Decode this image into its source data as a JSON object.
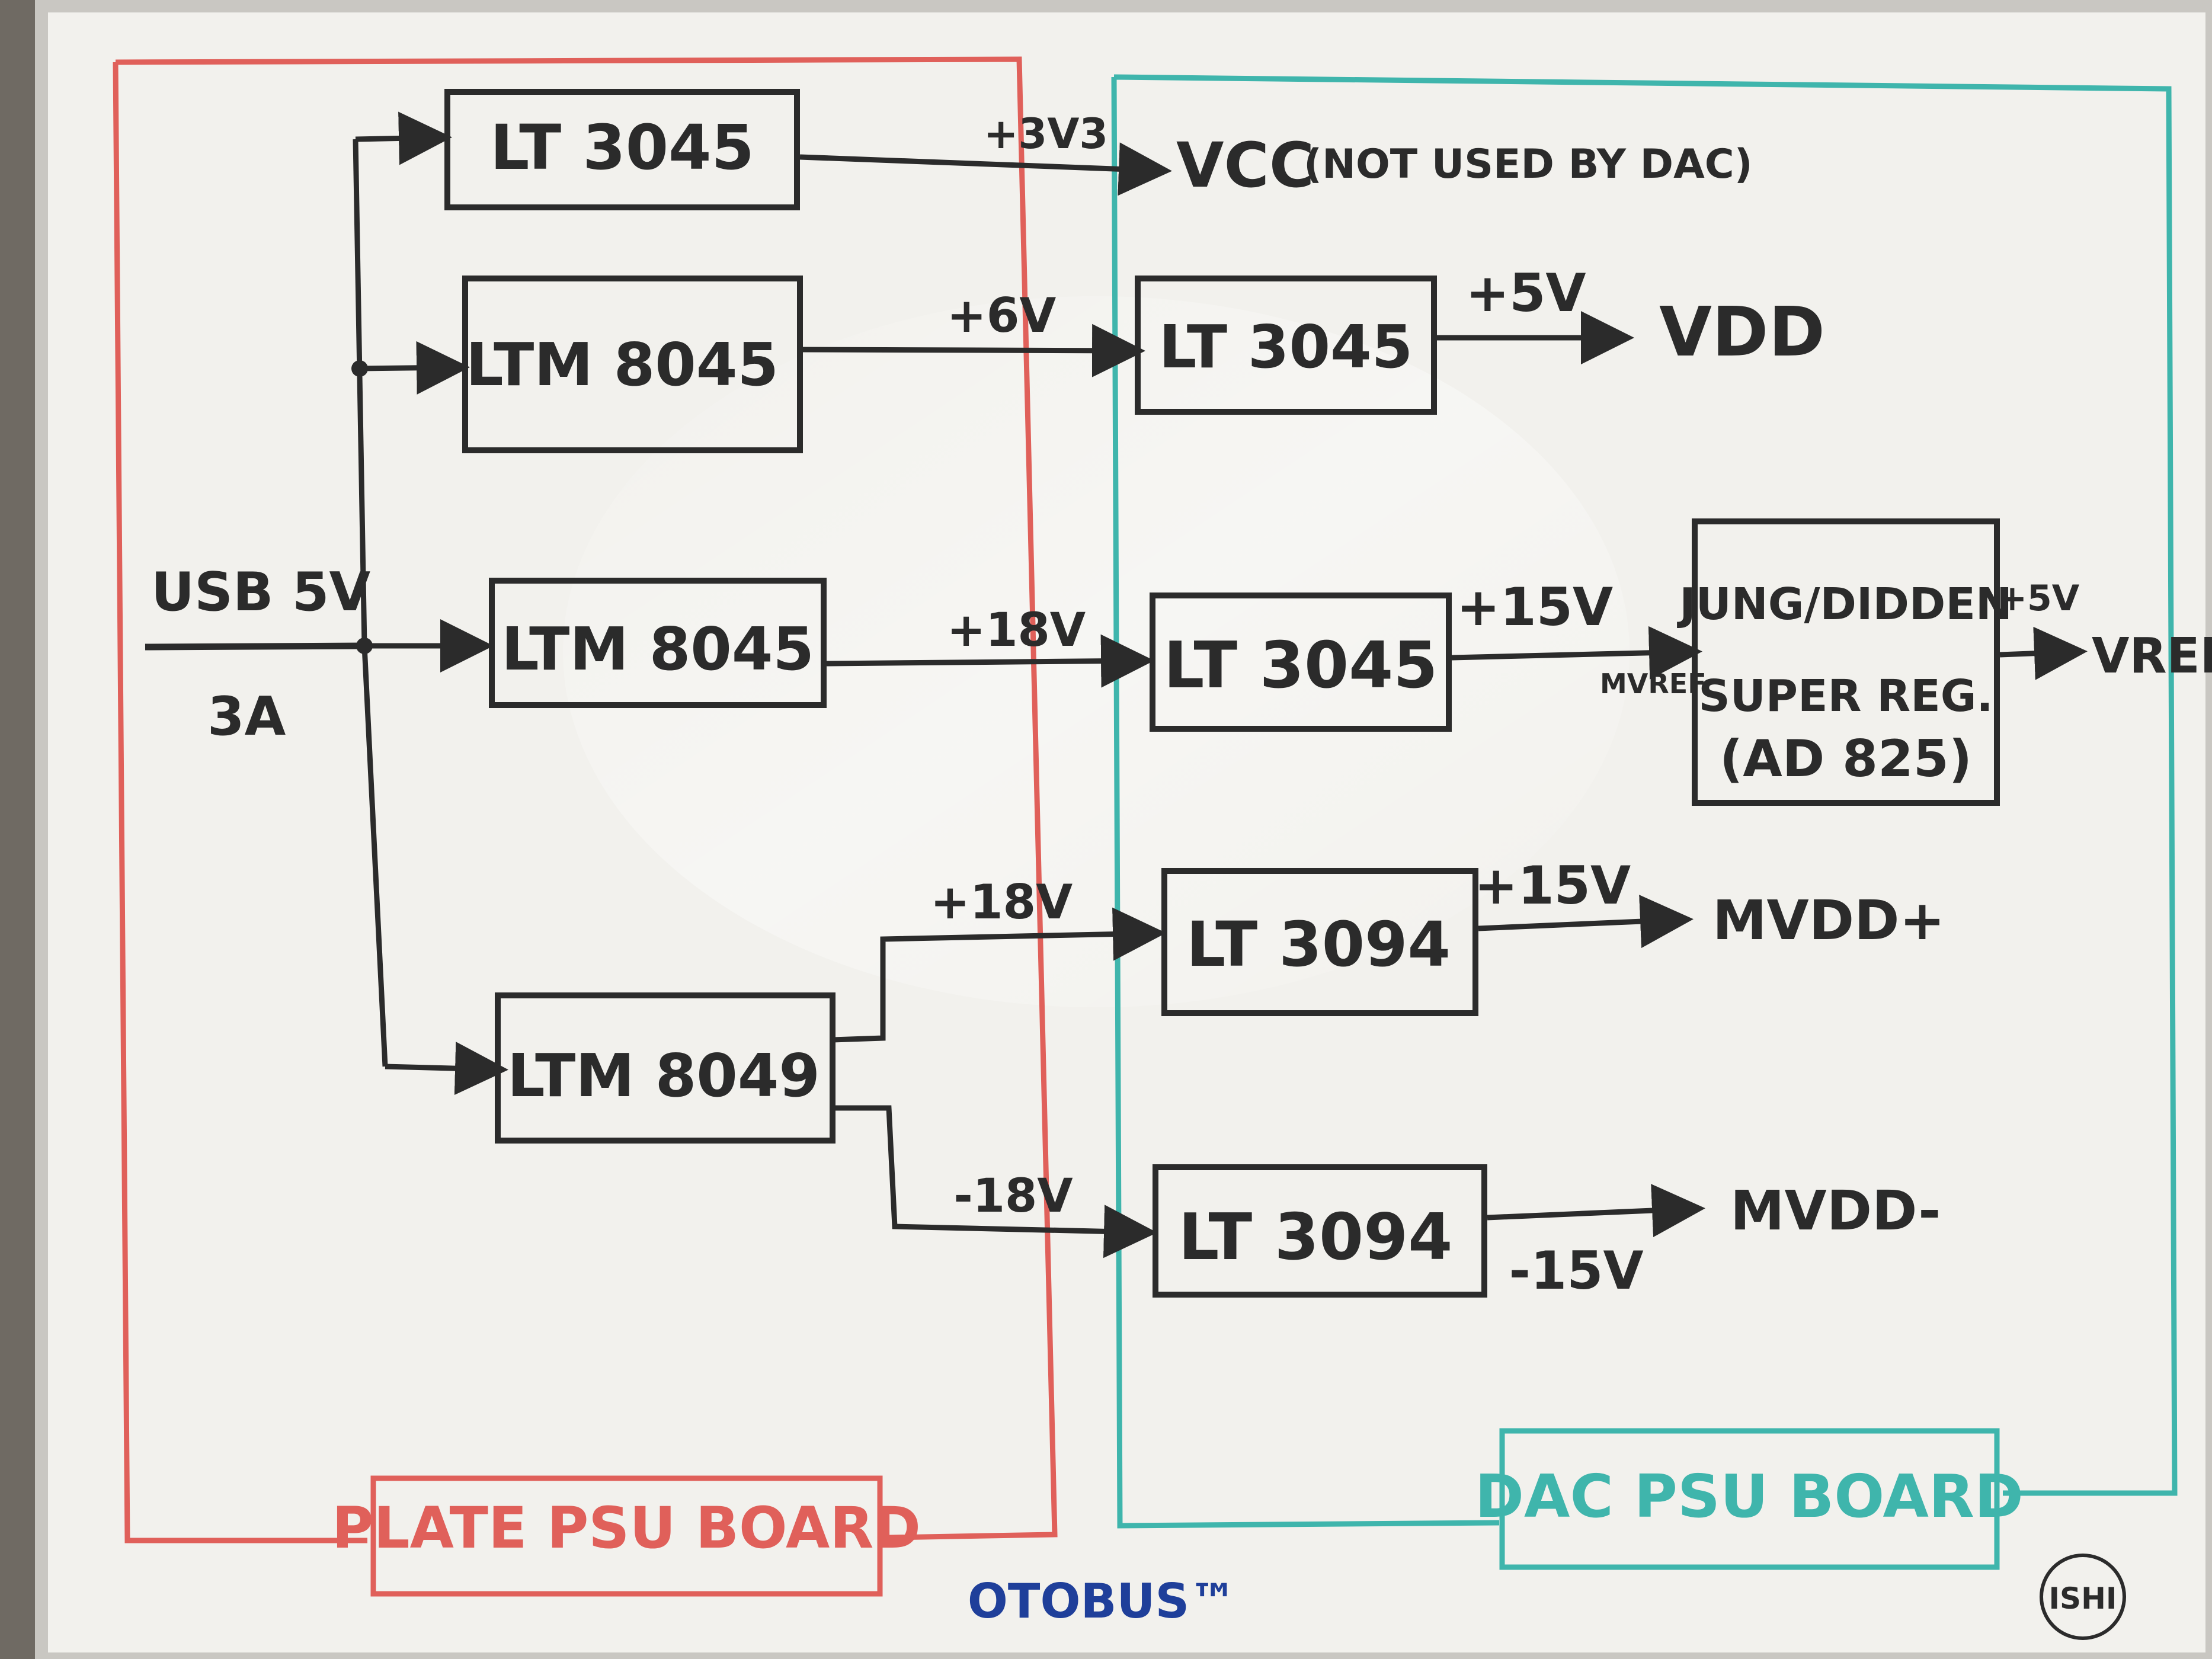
{
  "board": {
    "plate_psu_label": "PLATE PSU BOARD",
    "dac_psu_label": "DAC PSU BOARD",
    "brand": "OTOBUS™",
    "signature": "ISHI"
  },
  "input": {
    "label": "USB 5V",
    "current": "3A"
  },
  "plate_blocks": {
    "reg1": "LT 3045",
    "reg2": "LTM 8045",
    "reg3": "LTM 8045",
    "reg4": "LTM 8049"
  },
  "dac_blocks": {
    "reg1": "LT 3045",
    "reg2": "LT 3045",
    "reg3": "LT 3094",
    "reg4": "LT 3094",
    "super_reg_line1": "JUNG/DIDDEN",
    "super_reg_line2": "SUPER REG.",
    "super_reg_line3": "(AD 825)"
  },
  "voltages": {
    "v3v3": "+3V3",
    "v6": "+6V",
    "v18p": "+18V",
    "v18p_b": "+18V",
    "v18n": "-18V",
    "v5": "+5V",
    "v15": "+15V",
    "v15_b": "+15V",
    "v15n": "-15V",
    "v5_ref": "+5V",
    "mvref": "MVREF"
  },
  "outputs": {
    "vcc": "VCC",
    "vcc_note": "(NOT USED BY DAC)",
    "vdd": "VDD",
    "vref": "VREF",
    "mvdd_pos": "MVDD+",
    "mvdd_neg": "MVDD-"
  },
  "colors": {
    "marker_black": "#2b2b2b",
    "marker_red": "#e0605a",
    "marker_teal": "#3fb5ac",
    "marker_blue": "#1f3f9a",
    "board_white": "#f2f1ed"
  }
}
